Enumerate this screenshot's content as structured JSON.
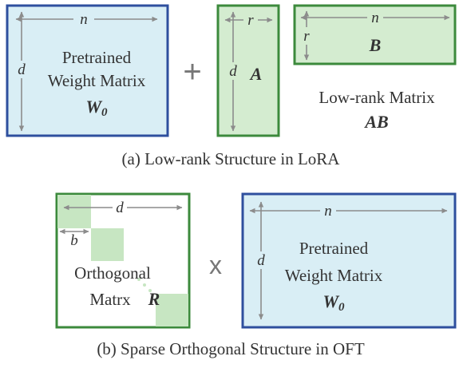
{
  "colors": {
    "blue_border": "#2e4f9e",
    "blue_fill": "#d9eef5",
    "green_border": "#3c8a3c",
    "green_fill": "#d4ecd0",
    "block_fill": "#c7e6c2",
    "text": "#333333",
    "arrow": "#8c8c8c",
    "operator": "#777777"
  },
  "panel_a": {
    "weight_matrix": {
      "width_dim": "n",
      "height_dim": "d",
      "label_line1": "Pretrained",
      "label_line2": "Weight Matrix",
      "symbol_main": "W",
      "symbol_sub": "0"
    },
    "plus_operator": "+",
    "matrix_a": {
      "width_dim": "r",
      "height_dim": "d",
      "label": "A"
    },
    "matrix_b": {
      "width_dim": "n",
      "height_dim": "r",
      "label": "B"
    },
    "product_caption_line1": "Low-rank Matrix",
    "product_caption_line2": "AB",
    "caption": "(a) Low-rank Structure in LoRA"
  },
  "panel_b": {
    "orthogonal_matrix": {
      "width_dim": "d",
      "block_dim": "b",
      "label_line1": "Orthogonal",
      "label_line2": "Matrx",
      "symbol": "R"
    },
    "times_operator": "x",
    "weight_matrix": {
      "width_dim": "n",
      "height_dim": "d",
      "label_line1": "Pretrained",
      "label_line2": "Weight Matrix",
      "symbol_main": "W",
      "symbol_sub": "0"
    },
    "caption": "(b) Sparse Orthogonal Structure in OFT"
  },
  "icons": {
    "plus": "plus-icon",
    "times": "times-icon",
    "dim_arrow": "double-arrow-icon"
  }
}
